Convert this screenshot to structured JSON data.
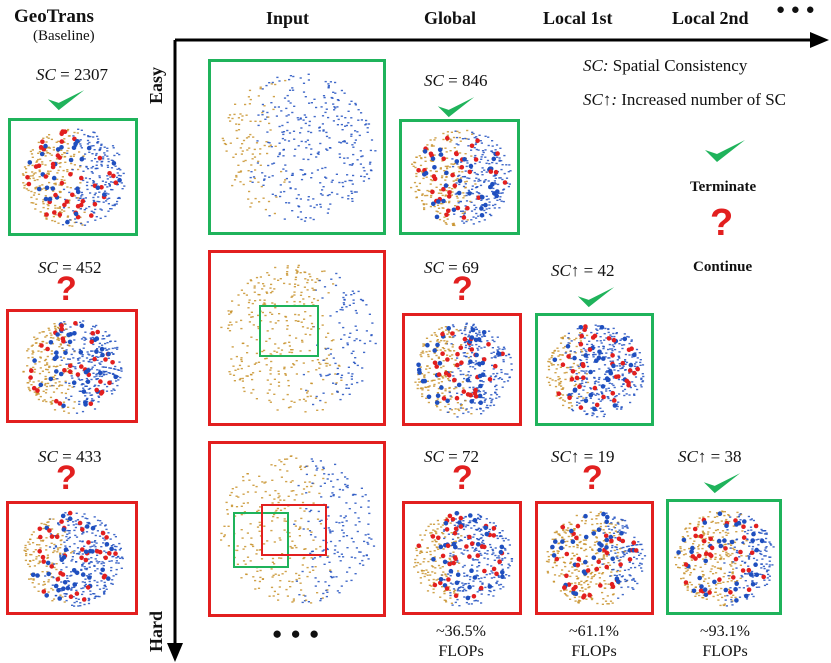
{
  "headers": {
    "baseline_title": "GeoTrans",
    "baseline_subtitle": "(Baseline)",
    "input": "Input",
    "global": "Global",
    "local1": "Local 1st",
    "local2": "Local 2nd",
    "more_glyph": "● ● ●"
  },
  "axes": {
    "easy": "Easy",
    "hard": "Hard"
  },
  "legend": {
    "sc_name": "SC:",
    "sc_desc": "Spatial Consistency",
    "scup_name": "SC↑:",
    "scup_desc": "Increased number of SC",
    "terminate": "Terminate",
    "continue": "Continue"
  },
  "rows": [
    {
      "baseline_sc": "2307",
      "baseline_status": "terminate",
      "global_sc": "846",
      "global_status": "terminate"
    },
    {
      "baseline_sc": "452",
      "baseline_status": "continue",
      "global_sc": "69",
      "global_status": "continue",
      "local1_sc": "42",
      "local1_status": "terminate"
    },
    {
      "baseline_sc": "433",
      "baseline_status": "continue",
      "global_sc": "72",
      "global_status": "continue",
      "local1_sc": "19",
      "local1_status": "continue",
      "local2_sc": "38",
      "local2_status": "terminate"
    }
  ],
  "sc_prefix": "SC",
  "scup_prefix": "SC↑",
  "eq": " = ",
  "flops": {
    "global_pct": "~36.5%",
    "local1_pct": "~61.1%",
    "local2_pct": "~93.1%",
    "unit": "FLOPs"
  },
  "bottom_more": "● ● ●",
  "colors": {
    "green": "#1fb35b",
    "red": "#e21f1f",
    "gold": "#c8922c",
    "blue": "#1f4fbf"
  }
}
